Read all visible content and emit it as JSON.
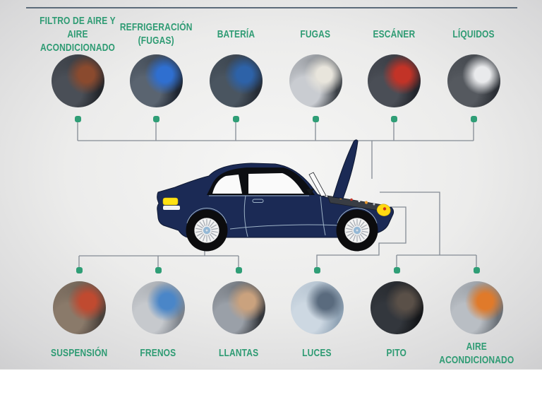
{
  "colors": {
    "accent_green": "#2e9b73",
    "dot_green": "#2f9e76",
    "connector_gray": "#848b94",
    "top_rule_slate": "#5c6b7a",
    "car_body_navy": "#1b2a55",
    "light_yellow": "#ffd912",
    "background_edge": "#c5c5c7",
    "background_center": "#f6f6f5"
  },
  "top_items": [
    {
      "label": "FILTRO DE AIRE Y\nAIRE ACONDICIONADO",
      "photo_subject": "engine-air-filter-photo",
      "photo_colors": [
        "#23262b",
        "#4a4f57",
        "#8a4a2e"
      ]
    },
    {
      "label": "REFRIGERACIÓN\n(FUGAS)",
      "photo_subject": "cooling-system-photo",
      "photo_colors": [
        "#1e2530",
        "#5a6470",
        "#2f6fd0"
      ]
    },
    {
      "label": "BATERÍA",
      "photo_subject": "battery-check-photo",
      "photo_colors": [
        "#262c35",
        "#4a5560",
        "#2d62a8"
      ]
    },
    {
      "label": "FUGAS",
      "photo_subject": "leak-check-photo",
      "photo_colors": [
        "#3a3f45",
        "#c9ccd1",
        "#e8e5dc"
      ]
    },
    {
      "label": "ESCÁNER",
      "photo_subject": "diagnostic-scanner-photo",
      "photo_colors": [
        "#22252c",
        "#4a4e56",
        "#c23327"
      ]
    },
    {
      "label": "LÍQUIDOS",
      "photo_subject": "fluids-check-photo",
      "photo_colors": [
        "#2b2f35",
        "#55595f",
        "#e9eaec"
      ]
    }
  ],
  "bottom_items": [
    {
      "label": "SUSPENSIÓN",
      "photo_subject": "suspension-photo",
      "photo_colors": [
        "#4a423c",
        "#8a7a6a",
        "#c04a30"
      ]
    },
    {
      "label": "FRENOS",
      "photo_subject": "brake-disc-photo",
      "photo_colors": [
        "#7d838b",
        "#c6c9cd",
        "#4a86c8"
      ]
    },
    {
      "label": "LLANTAS",
      "photo_subject": "tire-pressure-photo",
      "photo_colors": [
        "#34373c",
        "#9aa0a8",
        "#caa27e"
      ]
    },
    {
      "label": "LUCES",
      "photo_subject": "headlight-photo",
      "photo_colors": [
        "#8fa2b4",
        "#cdd8e2",
        "#5a6b7e"
      ]
    },
    {
      "label": "PITO",
      "photo_subject": "steering-wheel-horn-photo",
      "photo_colors": [
        "#141619",
        "#33373d",
        "#5a5048"
      ]
    },
    {
      "label": "AIRE\nACONDICIONADO",
      "photo_subject": "ac-gauges-photo",
      "photo_colors": [
        "#6a7077",
        "#b9bec4",
        "#e07a2a"
      ]
    }
  ]
}
